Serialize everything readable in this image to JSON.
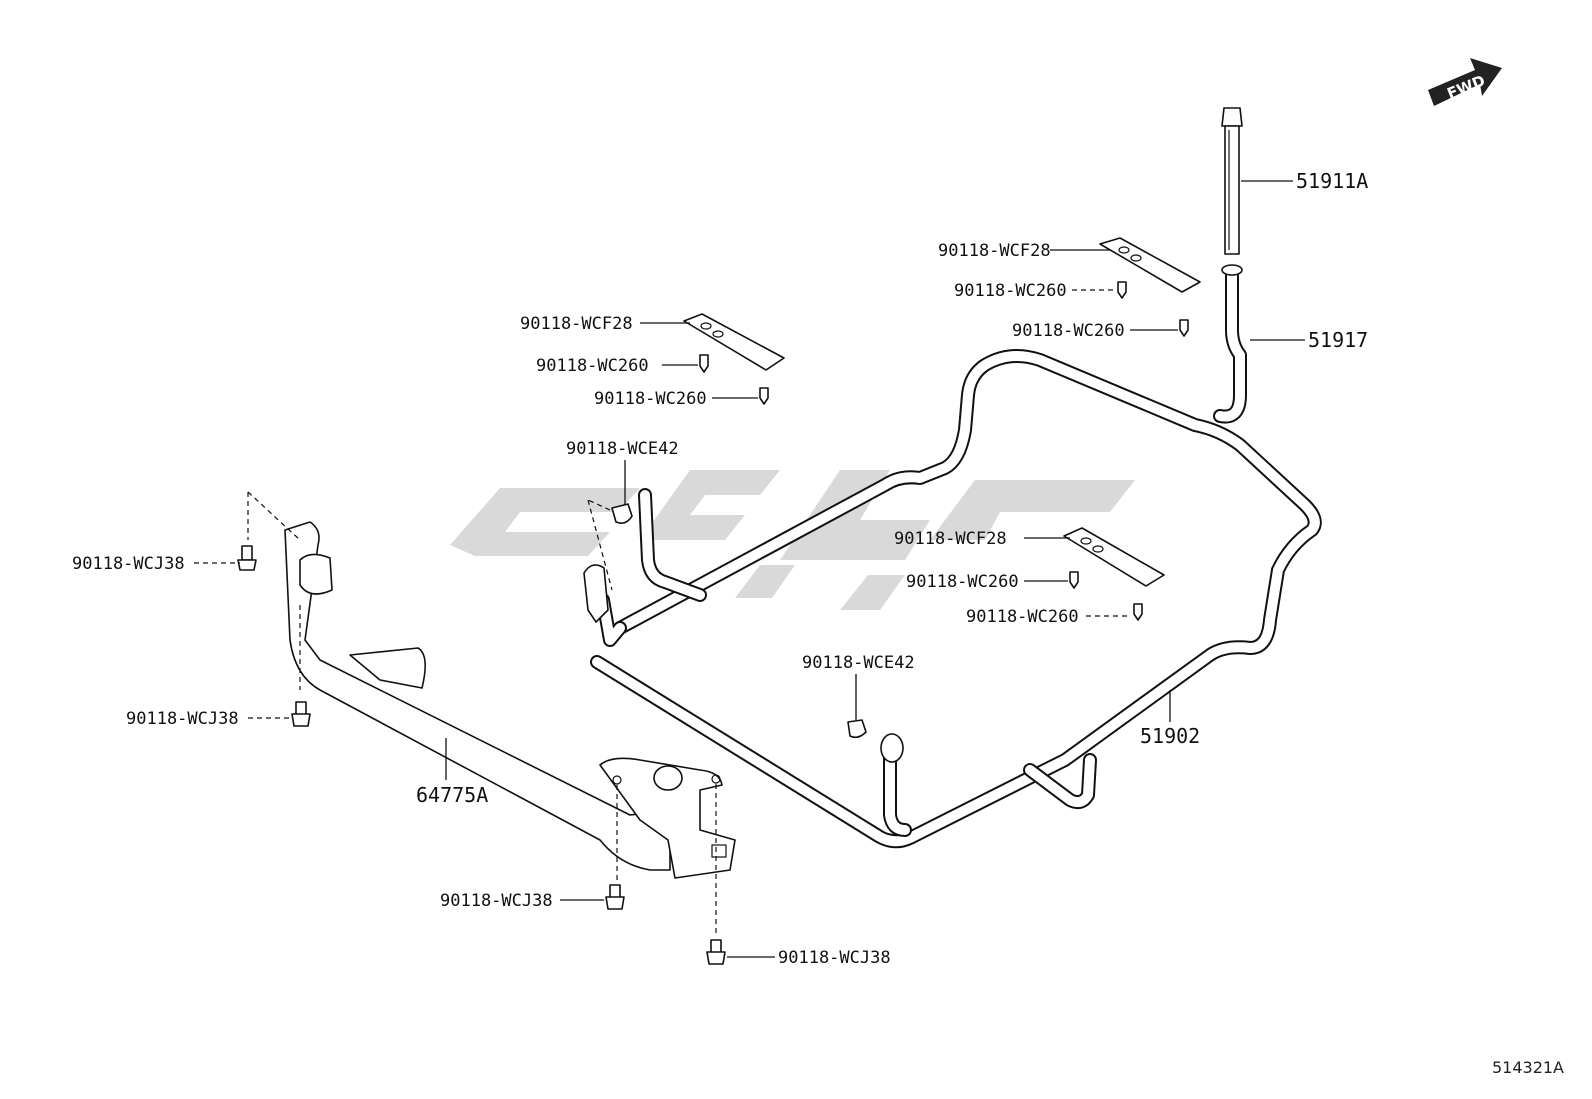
{
  "fwd_label": "FWD",
  "document_code": "514321A",
  "parts": {
    "bolt_51911A": "51911A",
    "pipe_51917": "51917",
    "frame_51902": "51902",
    "bracket_64775A": "64775A"
  },
  "callouts": {
    "wcf28_right": "90118-WCF28",
    "wc260_right_1": "90118-WC260",
    "wc260_right_2": "90118-WC260",
    "wcf28_left": "90118-WCF28",
    "wc260_left_1": "90118-WC260",
    "wc260_left_2": "90118-WC260",
    "wce42_left": "90118-WCE42",
    "wcf28_mid": "90118-WCF28",
    "wc260_mid_1": "90118-WC260",
    "wc260_mid_2": "90118-WC260",
    "wce42_mid": "90118-WCE42",
    "wcj38_1": "90118-WCJ38",
    "wcj38_2": "90118-WCJ38",
    "wcj38_3": "90118-WCJ38",
    "wcj38_4": "90118-WCJ38"
  },
  "colors": {
    "line": "#111111",
    "watermark": "#d9d9d9",
    "fwd_arrow": "#222222"
  }
}
